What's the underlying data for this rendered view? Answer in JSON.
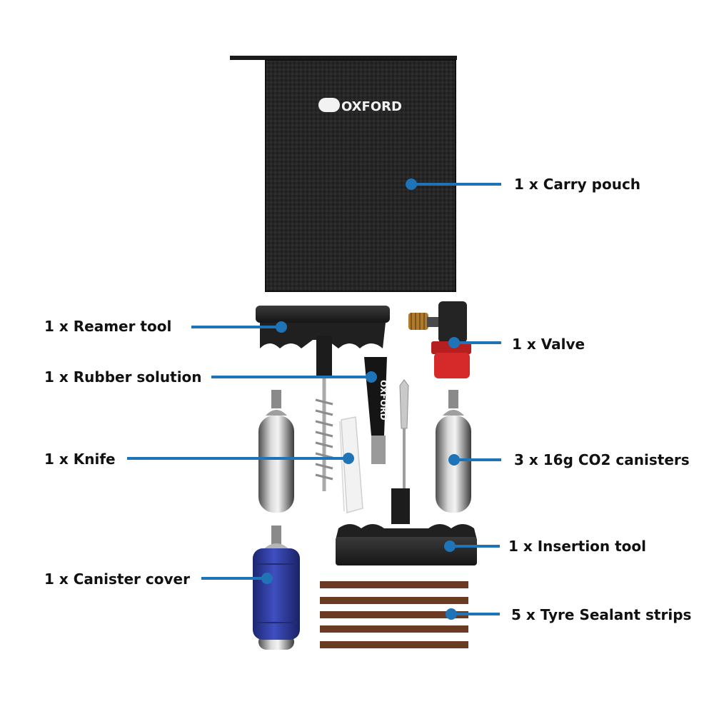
{
  "brand": {
    "logo_text": "OXFORD",
    "accent_color": "#1f73b7",
    "pouch_color": "#262626",
    "valve_red": "#d62a2a",
    "cover_blue": "#2d3a9a",
    "strip_brown": "#6b3a22"
  },
  "callouts": {
    "carry_pouch": "1 x Carry pouch",
    "reamer_tool": "1 x Reamer tool",
    "rubber_solution": "1 x Rubber solution",
    "knife": "1 x Knife",
    "canister_cover": "1 x Canister cover",
    "valve": "1 x Valve",
    "co2_canisters": "3 x 16g CO2 canisters",
    "insertion_tool": "1 x Insertion tool",
    "sealant_strips": "5 x Tyre Sealant strips"
  }
}
